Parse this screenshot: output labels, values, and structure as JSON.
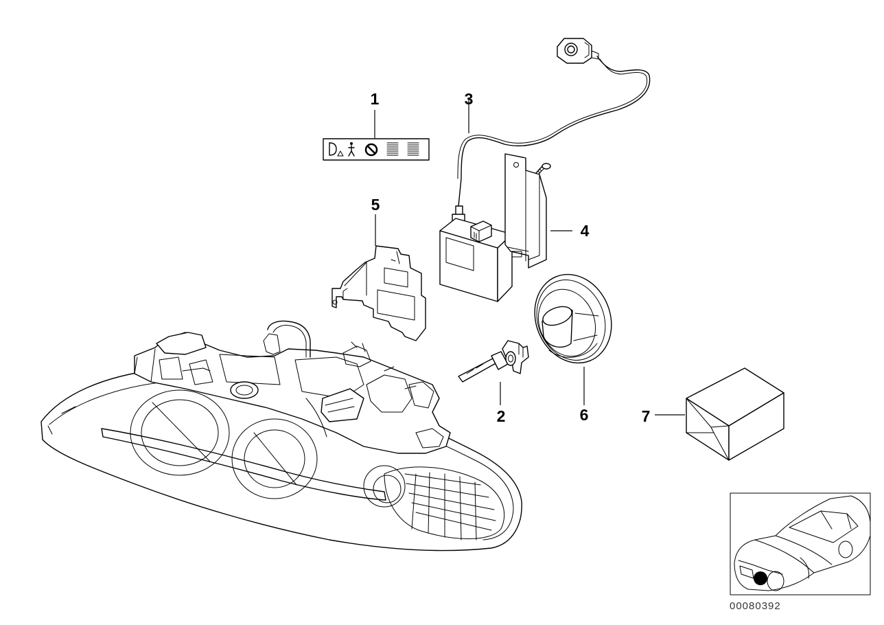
{
  "diagram": {
    "callouts": [
      {
        "id": "1",
        "label": "1",
        "part": "warning-label"
      },
      {
        "id": "2",
        "label": "2",
        "part": "xenon-bulb"
      },
      {
        "id": "3",
        "label": "3",
        "part": "control-unit-with-cable"
      },
      {
        "id": "4",
        "label": "4",
        "part": "mounting-bracket"
      },
      {
        "id": "5",
        "label": "5",
        "part": "holder-plate"
      },
      {
        "id": "6",
        "label": "6",
        "part": "cover-cap"
      },
      {
        "id": "7",
        "label": "7",
        "part": "repair-kit-box"
      }
    ],
    "document_number": "00080392",
    "colors": {
      "line": "#000000",
      "background": "#ffffff",
      "location_marker": "#000000"
    }
  }
}
